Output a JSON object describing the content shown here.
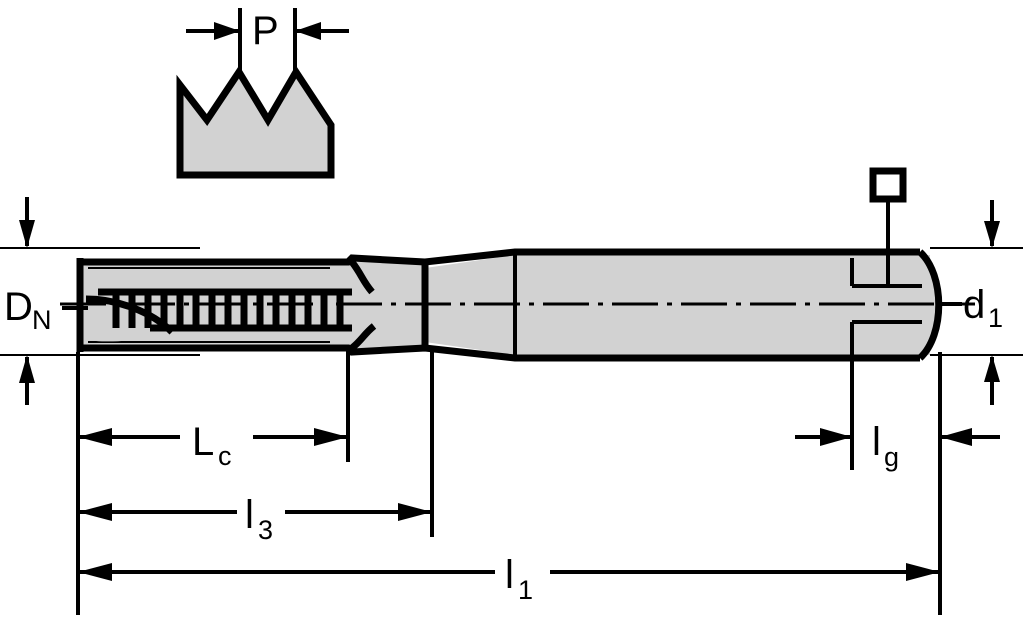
{
  "drawing": {
    "title": "Tap tool dimension diagram",
    "colors": {
      "body_fill": "#d2d2d2",
      "line": "#000000",
      "background": "#ffffff"
    },
    "labels": {
      "pitch": {
        "text": "P",
        "sub": ""
      },
      "nominal_diameter": {
        "text": "D",
        "sub": "N"
      },
      "shank_diameter": {
        "text": "d",
        "sub": "1"
      },
      "chamfer_length": {
        "text": "L",
        "sub": "c"
      },
      "thread_length": {
        "text": "l",
        "sub": "3"
      },
      "square_length": {
        "text": "l",
        "sub": "g"
      },
      "overall_length": {
        "text": "l",
        "sub": "1"
      }
    },
    "symbols": {
      "square_drive": "square-symbol"
    }
  }
}
